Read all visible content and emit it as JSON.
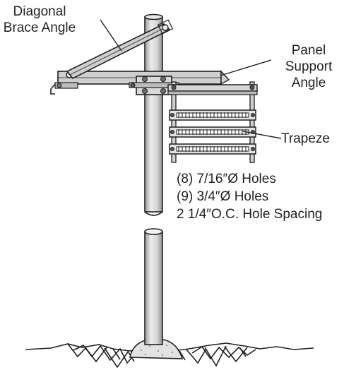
{
  "labels": {
    "diagonal_brace": [
      "Diagonal",
      "Brace Angle"
    ],
    "panel_support": [
      "Panel",
      "Support",
      "Angle"
    ],
    "trapeze": "Trapeze",
    "holes": [
      "(8) 7/16″Ø Holes",
      "(9) 3/4″Ø Holes",
      "2 1/4″O.C. Hole Spacing"
    ]
  },
  "colors": {
    "line": "#231f20",
    "metal_light": "#ececec",
    "metal_mid": "#c9c9c9",
    "metal_dark": "#9a9a9a",
    "concrete": "#dcdcdc"
  }
}
